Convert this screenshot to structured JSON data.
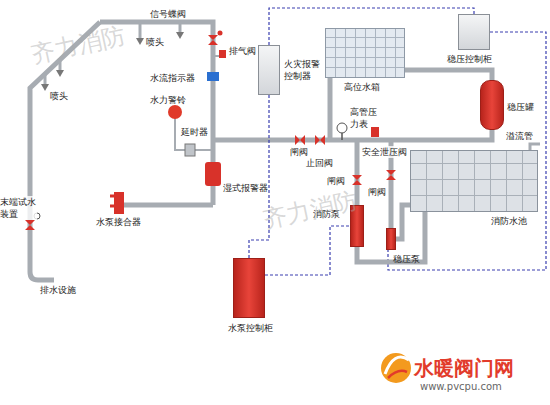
{
  "diagram": {
    "nodes": [
      {
        "text": [
          "火灾报警控制器"
        ]
      },
      {
        "text": [
          "高位水箱"
        ]
      },
      {
        "text": [
          "稳压控制柜"
        ]
      },
      {
        "text": [
          "稳压罐"
        ]
      },
      {
        "text": [
          "消防水池"
        ]
      },
      {
        "text": [
          "水泵控制柜"
        ]
      },
      {
        "text": [
          "消防泵"
        ]
      },
      {
        "text": [
          "稳压泵"
        ]
      }
    ],
    "edges": [
      {
        "from": 0,
        "to": 5,
        "arrow": "none"
      },
      {
        "from": 0,
        "to": 2,
        "arrow": "none"
      },
      {
        "from": 5,
        "to": 6,
        "arrow": "none"
      },
      {
        "from": 2,
        "to": 7,
        "arrow": "none"
      },
      {
        "from": 4,
        "to": 6,
        "arrow": "none"
      },
      {
        "from": 4,
        "to": 7,
        "arrow": "none"
      },
      {
        "from": 1,
        "to": 3,
        "arrow": "none"
      }
    ],
    "labels": [
      "喷头",
      "喷头",
      "信号蝶阀",
      "排气阀",
      "水流指示器",
      "水力警铃",
      "延时器",
      "湿式报警器",
      "水泵接合器",
      "末端试水装置",
      "排水设施",
      "高管压力表",
      "闸阀",
      "止回阀",
      "安全泄压阀",
      "闸阀",
      "闸阀",
      "溢流管",
      "齐力消防",
      "齐力消防",
      "水暖阀门网",
      "www.pvcpu.com"
    ]
  }
}
